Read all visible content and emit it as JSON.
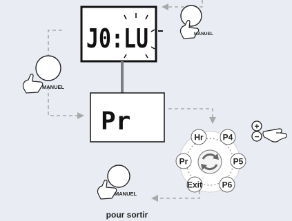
{
  "top_display": {
    "text": "J0:LU"
  },
  "middle_display": {
    "text": "Pr"
  },
  "manual_label": "MANUEL",
  "plus_symbol": "+",
  "minus_symbol": "−",
  "menu": {
    "items": [
      "Hr",
      "P4",
      "P5",
      "P6",
      "Exit",
      "Pr"
    ]
  },
  "caption": "pour sortir",
  "colors": {
    "background": "#e9edf3",
    "dashed_arrow": "#a9a9a9",
    "connector": "#7d7d7d",
    "menu_bubble": "#ffffff"
  },
  "icons": [
    "manual-button-icon",
    "hand-pointer-icon",
    "cycle-arrows-icon",
    "plus-minus-icon"
  ]
}
